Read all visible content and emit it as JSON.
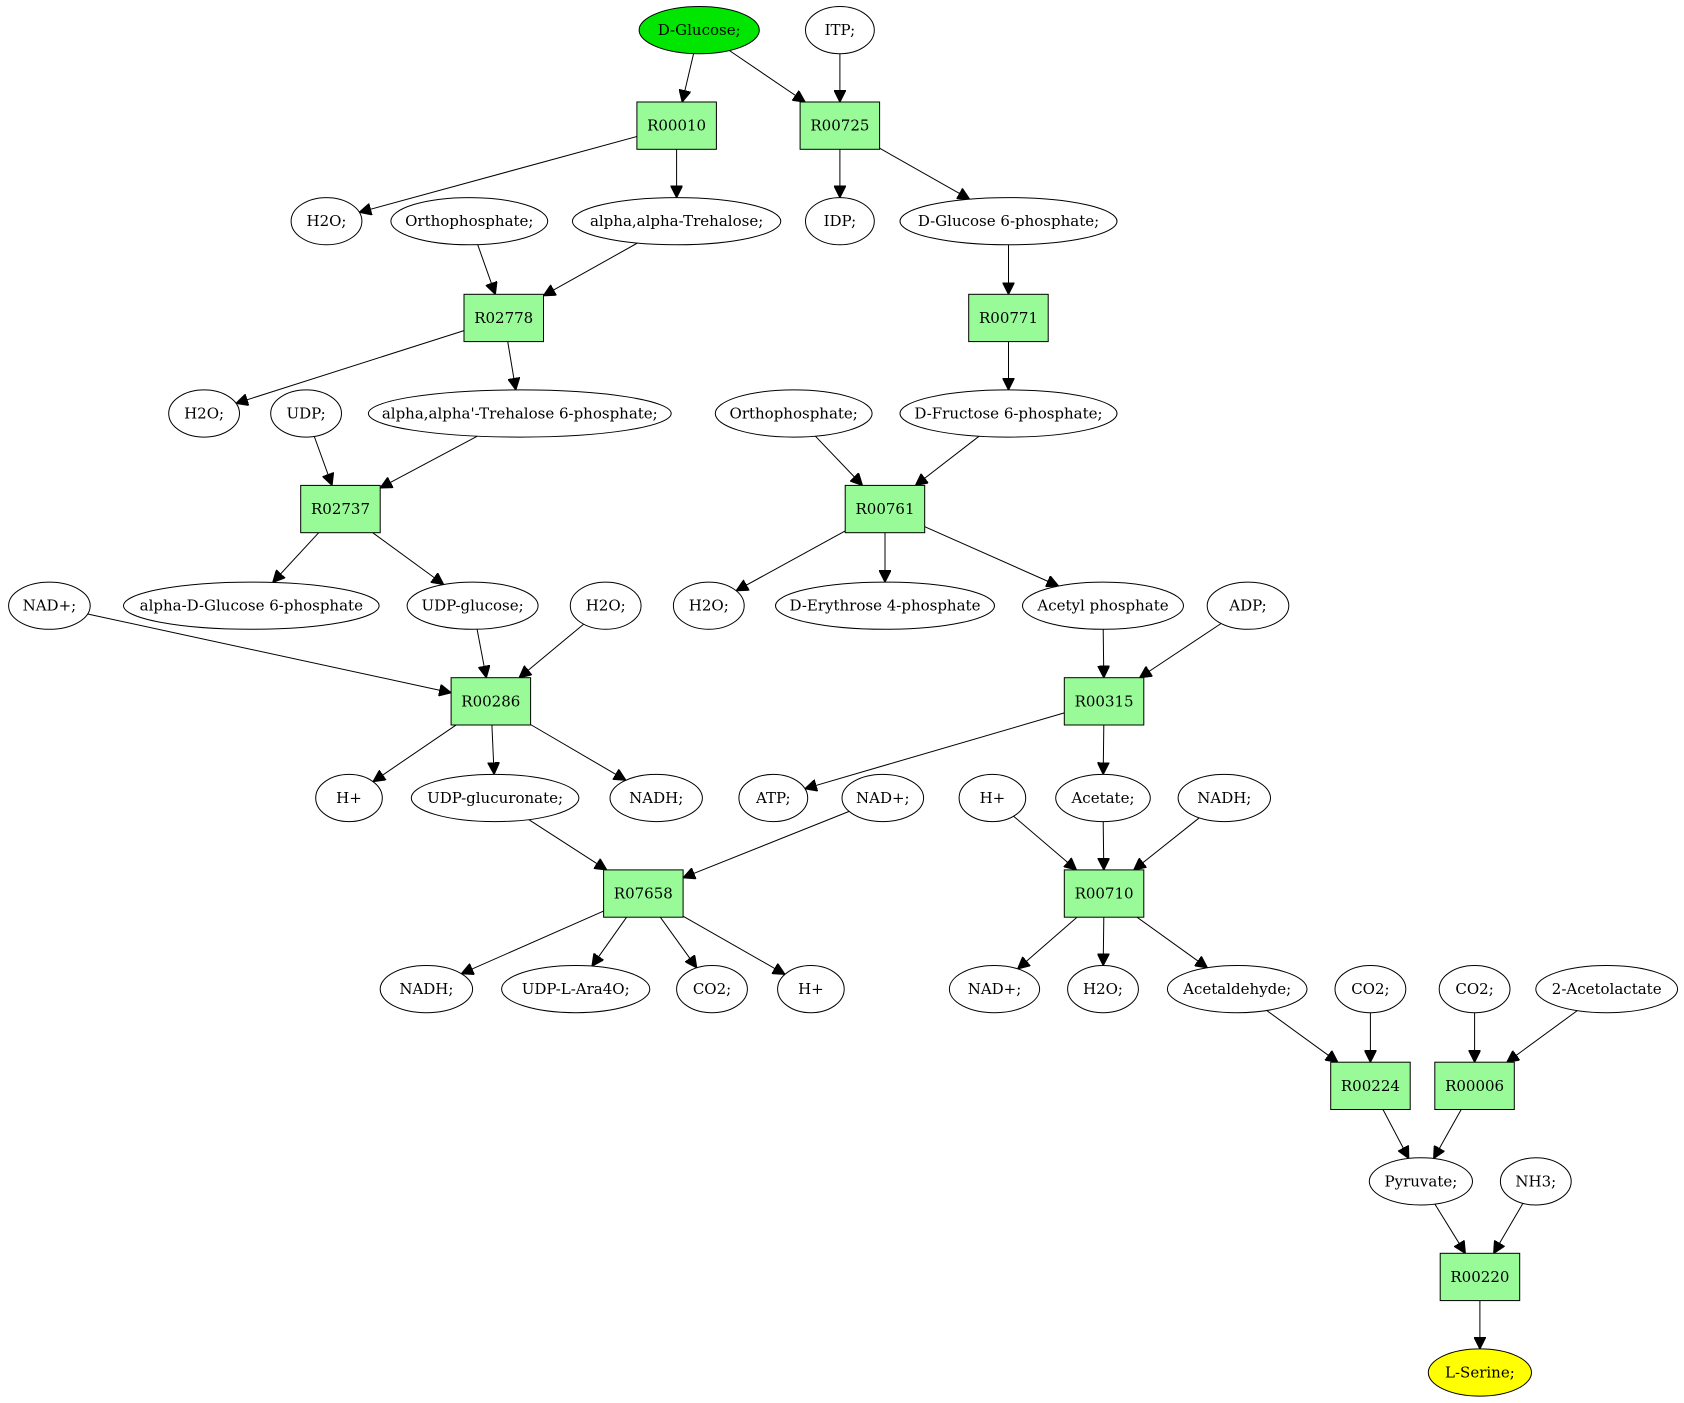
{
  "colors": {
    "compound_fill": "#ffffff",
    "source_fill": "#00e600",
    "target_fill": "#ffff00",
    "reaction_fill": "#98fb98",
    "stroke": "#000000"
  },
  "nodes": {
    "glc": {
      "label": "D-Glucose;",
      "kind": "source"
    },
    "itp": {
      "label": "ITP;",
      "kind": "compound"
    },
    "r00010": {
      "label": "R00010",
      "kind": "reaction"
    },
    "r00725": {
      "label": "R00725",
      "kind": "reaction"
    },
    "h2o_a": {
      "label": "H2O;",
      "kind": "compound"
    },
    "orthophos_a": {
      "label": "Orthophosphate;",
      "kind": "compound"
    },
    "trehalose": {
      "label": "alpha,alpha-Trehalose;",
      "kind": "compound"
    },
    "idp": {
      "label": "IDP;",
      "kind": "compound"
    },
    "g6p": {
      "label": "D-Glucose 6-phosphate;",
      "kind": "compound"
    },
    "r02778": {
      "label": "R02778",
      "kind": "reaction"
    },
    "r00771": {
      "label": "R00771",
      "kind": "reaction"
    },
    "h2o_b": {
      "label": "H2O;",
      "kind": "compound"
    },
    "udp": {
      "label": "UDP;",
      "kind": "compound"
    },
    "t6p": {
      "label": "alpha,alpha'-Trehalose 6-phosphate;",
      "kind": "compound"
    },
    "orthophos_b": {
      "label": "Orthophosphate;",
      "kind": "compound"
    },
    "f6p": {
      "label": "D-Fructose 6-phosphate;",
      "kind": "compound"
    },
    "r02737": {
      "label": "R02737",
      "kind": "reaction"
    },
    "r00761": {
      "label": "R00761",
      "kind": "reaction"
    },
    "nad_a": {
      "label": "NAD+;",
      "kind": "compound"
    },
    "ag6p": {
      "label": "alpha-D-Glucose 6-phosphate",
      "kind": "compound"
    },
    "udpglc": {
      "label": "UDP-glucose;",
      "kind": "compound"
    },
    "h2o_c": {
      "label": "H2O;",
      "kind": "compound"
    },
    "h2o_d": {
      "label": "H2O;",
      "kind": "compound"
    },
    "e4p": {
      "label": "D-Erythrose 4-phosphate",
      "kind": "compound"
    },
    "acp": {
      "label": "Acetyl phosphate",
      "kind": "compound"
    },
    "adp": {
      "label": "ADP;",
      "kind": "compound"
    },
    "r00286": {
      "label": "R00286",
      "kind": "reaction"
    },
    "r00315": {
      "label": "R00315",
      "kind": "reaction"
    },
    "hplus_a": {
      "label": "H+",
      "kind": "compound"
    },
    "udpglcA": {
      "label": "UDP-glucuronate;",
      "kind": "compound"
    },
    "nadh_a": {
      "label": "NADH;",
      "kind": "compound"
    },
    "atp": {
      "label": "ATP;",
      "kind": "compound"
    },
    "nad_b": {
      "label": "NAD+;",
      "kind": "compound"
    },
    "hplus_b": {
      "label": "H+",
      "kind": "compound"
    },
    "acetate": {
      "label": "Acetate;",
      "kind": "compound"
    },
    "nadh_b": {
      "label": "NADH;",
      "kind": "compound"
    },
    "r07658": {
      "label": "R07658",
      "kind": "reaction"
    },
    "r00710": {
      "label": "R00710",
      "kind": "reaction"
    },
    "nadh_c": {
      "label": "NADH;",
      "kind": "compound"
    },
    "udpara": {
      "label": "UDP-L-Ara4O;",
      "kind": "compound"
    },
    "co2_a": {
      "label": "CO2;",
      "kind": "compound"
    },
    "hplus_c": {
      "label": "H+",
      "kind": "compound"
    },
    "nad_c": {
      "label": "NAD+;",
      "kind": "compound"
    },
    "h2o_e": {
      "label": "H2O;",
      "kind": "compound"
    },
    "acald": {
      "label": "Acetaldehyde;",
      "kind": "compound"
    },
    "co2_b": {
      "label": "CO2;",
      "kind": "compound"
    },
    "co2_c": {
      "label": "CO2;",
      "kind": "compound"
    },
    "acetolactate": {
      "label": "2-Acetolactate",
      "kind": "compound"
    },
    "r00224": {
      "label": "R00224",
      "kind": "reaction"
    },
    "r00006": {
      "label": "R00006",
      "kind": "reaction"
    },
    "pyruvate": {
      "label": "Pyruvate;",
      "kind": "compound"
    },
    "nh3": {
      "label": "NH3;",
      "kind": "compound"
    },
    "r00220": {
      "label": "R00220",
      "kind": "reaction"
    },
    "serine": {
      "label": "L-Serine;",
      "kind": "target"
    }
  },
  "edges": [
    [
      "glc",
      "r00010"
    ],
    [
      "glc",
      "r00725"
    ],
    [
      "itp",
      "r00725"
    ],
    [
      "r00010",
      "h2o_a"
    ],
    [
      "r00010",
      "trehalose"
    ],
    [
      "r00725",
      "idp"
    ],
    [
      "r00725",
      "g6p"
    ],
    [
      "orthophos_a",
      "r02778"
    ],
    [
      "trehalose",
      "r02778"
    ],
    [
      "g6p",
      "r00771"
    ],
    [
      "r02778",
      "h2o_b"
    ],
    [
      "r02778",
      "t6p"
    ],
    [
      "r00771",
      "f6p"
    ],
    [
      "udp",
      "r02737"
    ],
    [
      "t6p",
      "r02737"
    ],
    [
      "orthophos_b",
      "r00761"
    ],
    [
      "f6p",
      "r00761"
    ],
    [
      "r02737",
      "ag6p"
    ],
    [
      "r02737",
      "udpglc"
    ],
    [
      "r00761",
      "h2o_d"
    ],
    [
      "r00761",
      "e4p"
    ],
    [
      "r00761",
      "acp"
    ],
    [
      "nad_a",
      "r00286"
    ],
    [
      "udpglc",
      "r00286"
    ],
    [
      "h2o_c",
      "r00286"
    ],
    [
      "acp",
      "r00315"
    ],
    [
      "adp",
      "r00315"
    ],
    [
      "r00286",
      "hplus_a"
    ],
    [
      "r00286",
      "udpglcA"
    ],
    [
      "r00286",
      "nadh_a"
    ],
    [
      "r00315",
      "atp"
    ],
    [
      "r00315",
      "acetate"
    ],
    [
      "udpglcA",
      "r07658"
    ],
    [
      "nad_b",
      "r07658"
    ],
    [
      "hplus_b",
      "r00710"
    ],
    [
      "acetate",
      "r00710"
    ],
    [
      "nadh_b",
      "r00710"
    ],
    [
      "r07658",
      "nadh_c"
    ],
    [
      "r07658",
      "udpara"
    ],
    [
      "r07658",
      "co2_a"
    ],
    [
      "r07658",
      "hplus_c"
    ],
    [
      "r00710",
      "nad_c"
    ],
    [
      "r00710",
      "h2o_e"
    ],
    [
      "r00710",
      "acald"
    ],
    [
      "acald",
      "r00224"
    ],
    [
      "co2_b",
      "r00224"
    ],
    [
      "co2_c",
      "r00006"
    ],
    [
      "acetolactate",
      "r00006"
    ],
    [
      "r00224",
      "pyruvate"
    ],
    [
      "r00006",
      "pyruvate"
    ],
    [
      "pyruvate",
      "r00220"
    ],
    [
      "nh3",
      "r00220"
    ],
    [
      "r00220",
      "serine"
    ]
  ]
}
